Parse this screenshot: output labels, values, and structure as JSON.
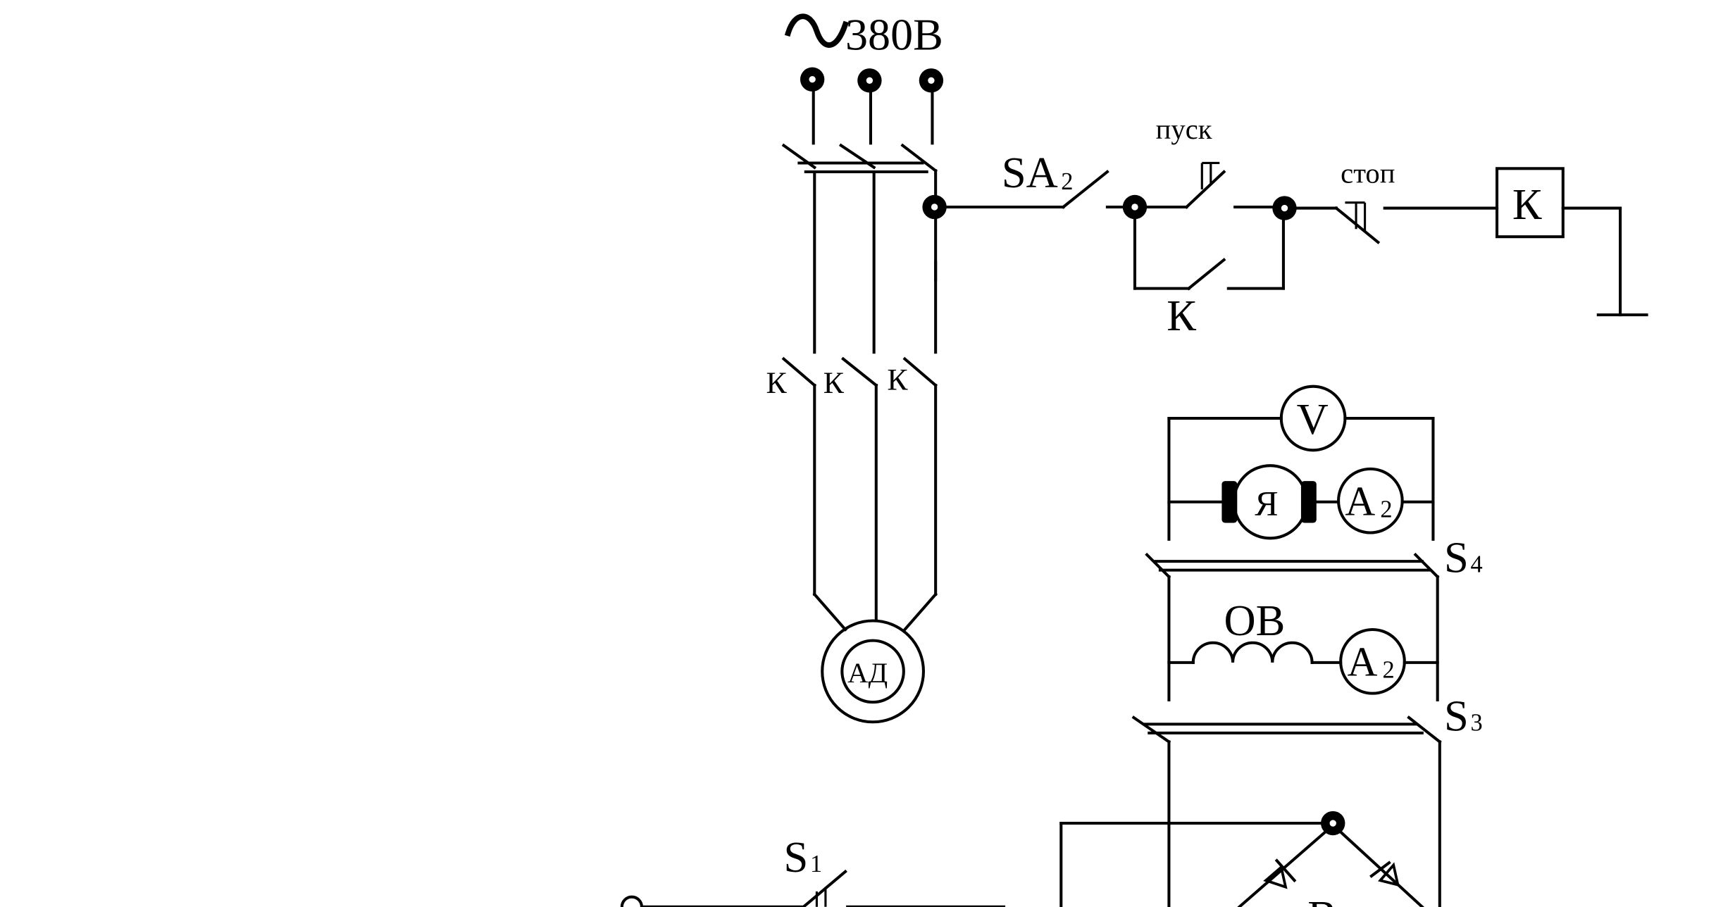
{
  "supply": {
    "voltage_label": "380В"
  },
  "control_circuit": {
    "switch_label": "SA",
    "switch_sub": "2",
    "start_label": "пуск",
    "stop_label": "стоп",
    "coil_label": "К",
    "hold_contact_label": "К"
  },
  "power_circuit": {
    "contact_labels": [
      "К",
      "К",
      "К"
    ],
    "motor_label": "АД"
  },
  "dc_circuit": {
    "voltmeter_label": "V",
    "armature_label": "Я",
    "ammeter1_label": "А",
    "ammeter1_sub": "2",
    "switch4_label": "S",
    "switch4_sub": "4",
    "field_label": "ОВ",
    "ammeter2_label": "А",
    "ammeter2_sub": "2",
    "switch3_label": "S",
    "switch3_sub": "3",
    "bottom_letter": "В"
  },
  "bottom_switch": {
    "label": "S",
    "sub": "1"
  }
}
